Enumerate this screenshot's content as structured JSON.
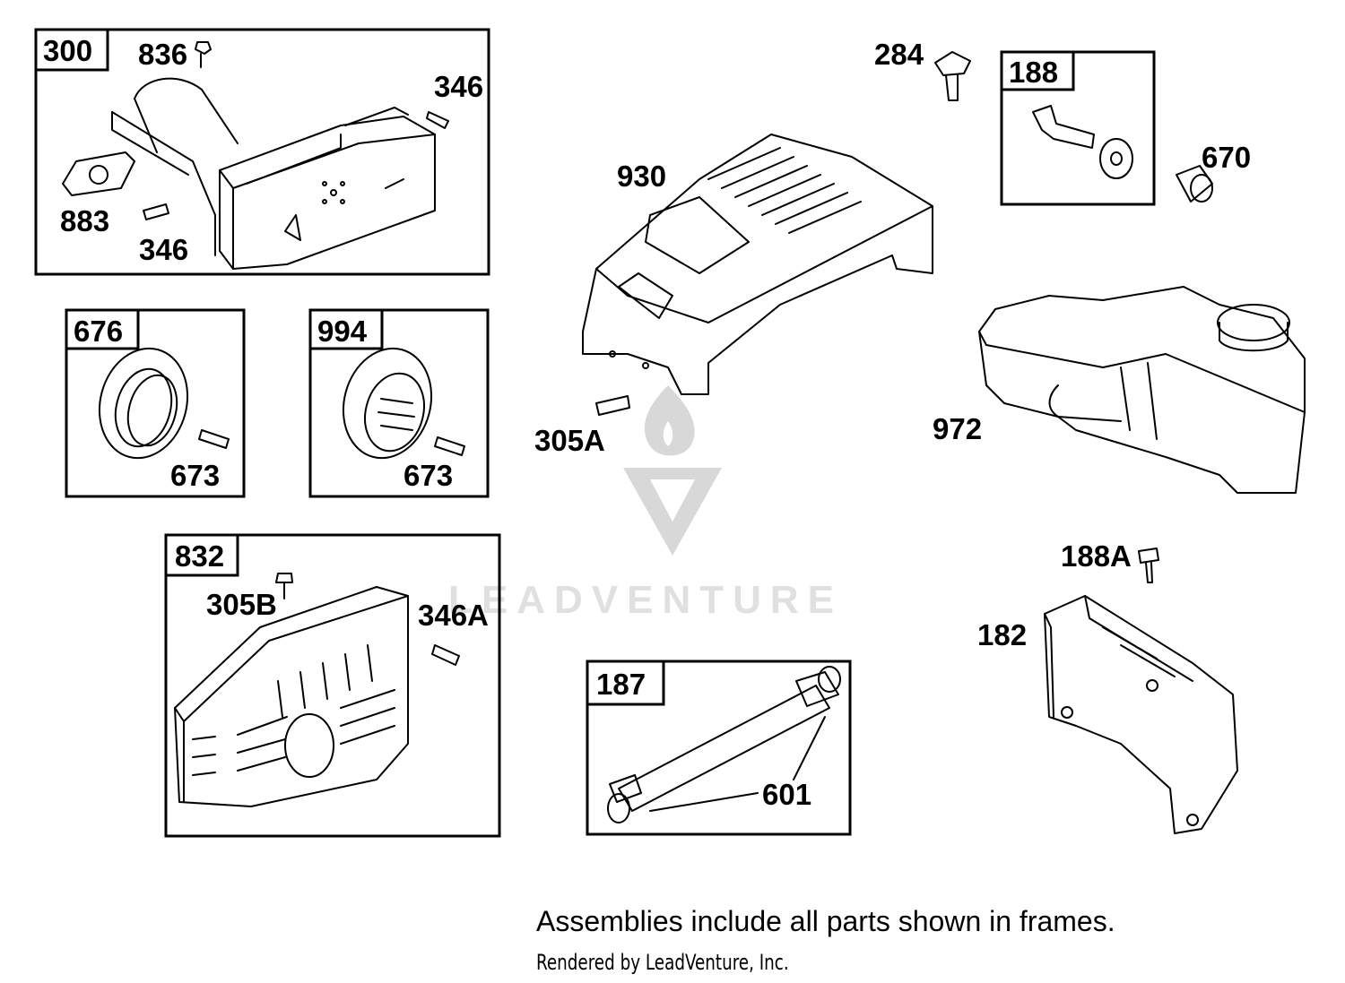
{
  "frames": {
    "f300": "300",
    "f676": "676",
    "f994": "994",
    "f832": "832",
    "f188": "188",
    "f187": "187"
  },
  "callouts": {
    "c836": "836",
    "c346_top": "346",
    "c883": "883",
    "c346_bottom": "346",
    "c673_a": "673",
    "c673_b": "673",
    "c305b": "305B",
    "c346a": "346A",
    "c284": "284",
    "c670": "670",
    "c930": "930",
    "c305a": "305A",
    "c972": "972",
    "c188a": "188A",
    "c182": "182",
    "c601": "601"
  },
  "watermark": {
    "text": "LEADVENTURE"
  },
  "footer": {
    "note": "Assemblies include all parts shown in frames.",
    "credit": "Rendered by LeadVenture, Inc."
  }
}
